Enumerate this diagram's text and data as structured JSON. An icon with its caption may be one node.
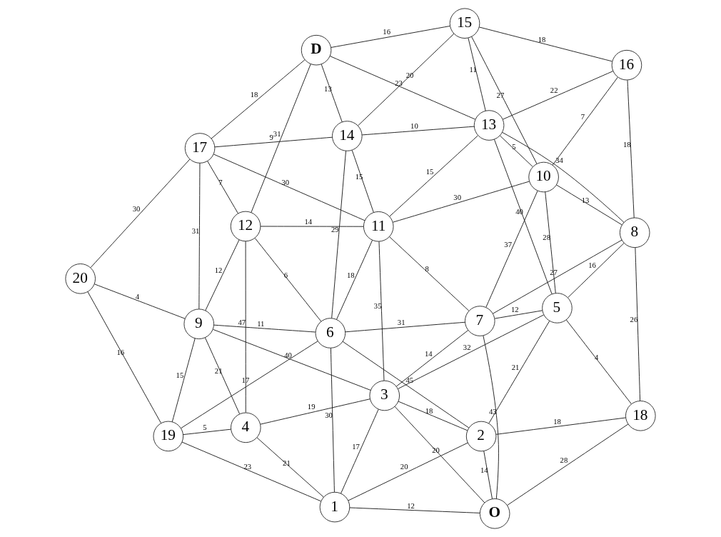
{
  "diagram": {
    "nodes": [
      {
        "text": [
          "O"
        ]
      },
      {
        "text": [
          "18"
        ]
      },
      {
        "text": [
          "2"
        ]
      },
      {
        "text": [
          "8"
        ]
      },
      {
        "text": [
          "5"
        ]
      },
      {
        "text": [
          "1"
        ]
      },
      {
        "text": [
          "16"
        ]
      },
      {
        "text": [
          "3"
        ]
      },
      {
        "text": [
          "7"
        ]
      },
      {
        "text": [
          "10"
        ]
      },
      {
        "text": [
          "4"
        ]
      },
      {
        "text": [
          "11"
        ]
      },
      {
        "text": [
          "13"
        ]
      },
      {
        "text": [
          "6"
        ]
      },
      {
        "text": [
          "15"
        ]
      },
      {
        "text": [
          "14"
        ]
      },
      {
        "text": [
          "19"
        ]
      },
      {
        "text": [
          "12"
        ]
      },
      {
        "text": [
          "9"
        ]
      },
      {
        "text": [
          "D"
        ]
      },
      {
        "text": [
          "17"
        ]
      },
      {
        "text": [
          "20"
        ]
      }
    ],
    "edges": [
      {
        "from": 0,
        "to": 1,
        "arrow": "none",
        "label": "28"
      },
      {
        "from": 0,
        "to": 2,
        "arrow": "none",
        "label": "14"
      },
      {
        "from": 0,
        "to": 5,
        "arrow": "none",
        "label": "12"
      },
      {
        "from": 0,
        "to": 7,
        "arrow": "none",
        "label": "20"
      },
      {
        "from": 0,
        "to": 8,
        "arrow": "none",
        "label": "43"
      },
      {
        "from": 2,
        "to": 1,
        "arrow": "none",
        "label": "18"
      },
      {
        "from": 2,
        "to": 4,
        "arrow": "none",
        "label": "21"
      },
      {
        "from": 2,
        "to": 5,
        "arrow": "none",
        "label": "20"
      },
      {
        "from": 2,
        "to": 7,
        "arrow": "none",
        "label": "18"
      },
      {
        "from": 2,
        "to": 13,
        "arrow": "none",
        "label": "45"
      },
      {
        "from": 1,
        "to": 4,
        "arrow": "none",
        "label": "4"
      },
      {
        "from": 1,
        "to": 3,
        "arrow": "none",
        "label": "26"
      },
      {
        "from": 4,
        "to": 3,
        "arrow": "none",
        "label": "16"
      },
      {
        "from": 4,
        "to": 7,
        "arrow": "none",
        "label": "32"
      },
      {
        "from": 4,
        "to": 8,
        "arrow": "none",
        "label": "12"
      },
      {
        "from": 4,
        "to": 9,
        "arrow": "none",
        "label": "28"
      },
      {
        "from": 4,
        "to": 12,
        "arrow": "none",
        "label": "40"
      },
      {
        "from": 3,
        "to": 8,
        "arrow": "none",
        "label": "27"
      },
      {
        "from": 3,
        "to": 12,
        "arrow": "none",
        "label": "34"
      },
      {
        "from": 3,
        "to": 9,
        "arrow": "none",
        "label": "13"
      },
      {
        "from": 3,
        "to": 6,
        "arrow": "none",
        "label": "18"
      },
      {
        "from": 5,
        "to": 7,
        "arrow": "none",
        "label": "17"
      },
      {
        "from": 5,
        "to": 13,
        "arrow": "none",
        "label": "30"
      },
      {
        "from": 5,
        "to": 10,
        "arrow": "none",
        "label": "21"
      },
      {
        "from": 5,
        "to": 16,
        "arrow": "none",
        "label": "23"
      },
      {
        "from": 7,
        "to": 8,
        "arrow": "none",
        "label": "14"
      },
      {
        "from": 7,
        "to": 10,
        "arrow": "none",
        "label": "19"
      },
      {
        "from": 7,
        "to": 18,
        "arrow": "none",
        "label": "40"
      },
      {
        "from": 7,
        "to": 11,
        "arrow": "none",
        "label": "35"
      },
      {
        "from": 8,
        "to": 9,
        "arrow": "none",
        "label": "37"
      },
      {
        "from": 8,
        "to": 11,
        "arrow": "none",
        "label": "8"
      },
      {
        "from": 8,
        "to": 13,
        "arrow": "none",
        "label": "31"
      },
      {
        "from": 9,
        "to": 6,
        "arrow": "none",
        "label": "7"
      },
      {
        "from": 9,
        "to": 11,
        "arrow": "none",
        "label": "30"
      },
      {
        "from": 9,
        "to": 12,
        "arrow": "none",
        "label": "5"
      },
      {
        "from": 9,
        "to": 14,
        "arrow": "none",
        "label": "27"
      },
      {
        "from": 6,
        "to": 12,
        "arrow": "none",
        "label": "22"
      },
      {
        "from": 6,
        "to": 14,
        "arrow": "none",
        "label": "18"
      },
      {
        "from": 10,
        "to": 16,
        "arrow": "none",
        "label": "5"
      },
      {
        "from": 10,
        "to": 18,
        "arrow": "none",
        "label": "21"
      },
      {
        "from": 10,
        "to": 17,
        "arrow": "none",
        "label": "47"
      },
      {
        "from": 13,
        "to": 16,
        "arrow": "none",
        "label": "17"
      },
      {
        "from": 13,
        "to": 11,
        "arrow": "none",
        "label": "18"
      },
      {
        "from": 13,
        "to": 18,
        "arrow": "none",
        "label": "11"
      },
      {
        "from": 13,
        "to": 17,
        "arrow": "none",
        "label": "6"
      },
      {
        "from": 13,
        "to": 15,
        "arrow": "none",
        "label": "29"
      },
      {
        "from": 11,
        "to": 12,
        "arrow": "none",
        "label": "15"
      },
      {
        "from": 11,
        "to": 15,
        "arrow": "none",
        "label": "15"
      },
      {
        "from": 11,
        "to": 17,
        "arrow": "none",
        "label": "14"
      },
      {
        "from": 11,
        "to": 20,
        "arrow": "none",
        "label": "30"
      },
      {
        "from": 12,
        "to": 15,
        "arrow": "none",
        "label": "10"
      },
      {
        "from": 12,
        "to": 14,
        "arrow": "none",
        "label": "11"
      },
      {
        "from": 12,
        "to": 19,
        "arrow": "none",
        "label": "23"
      },
      {
        "from": 14,
        "to": 15,
        "arrow": "none",
        "label": "20"
      },
      {
        "from": 14,
        "to": 19,
        "arrow": "none",
        "label": "16"
      },
      {
        "from": 15,
        "to": 19,
        "arrow": "none",
        "label": "13"
      },
      {
        "from": 15,
        "to": 20,
        "arrow": "none",
        "label": "9"
      },
      {
        "from": 17,
        "to": 18,
        "arrow": "none",
        "label": "12"
      },
      {
        "from": 17,
        "to": 19,
        "arrow": "none",
        "label": "31"
      },
      {
        "from": 17,
        "to": 20,
        "arrow": "none",
        "label": "7"
      },
      {
        "from": 16,
        "to": 18,
        "arrow": "none",
        "label": "15"
      },
      {
        "from": 16,
        "to": 21,
        "arrow": "none",
        "label": "16"
      },
      {
        "from": 18,
        "to": 21,
        "arrow": "none",
        "label": "4"
      },
      {
        "from": 18,
        "to": 20,
        "arrow": "none",
        "label": "31"
      },
      {
        "from": 21,
        "to": 20,
        "arrow": "none",
        "label": "30"
      },
      {
        "from": 20,
        "to": 19,
        "arrow": "none",
        "label": "18"
      }
    ]
  }
}
